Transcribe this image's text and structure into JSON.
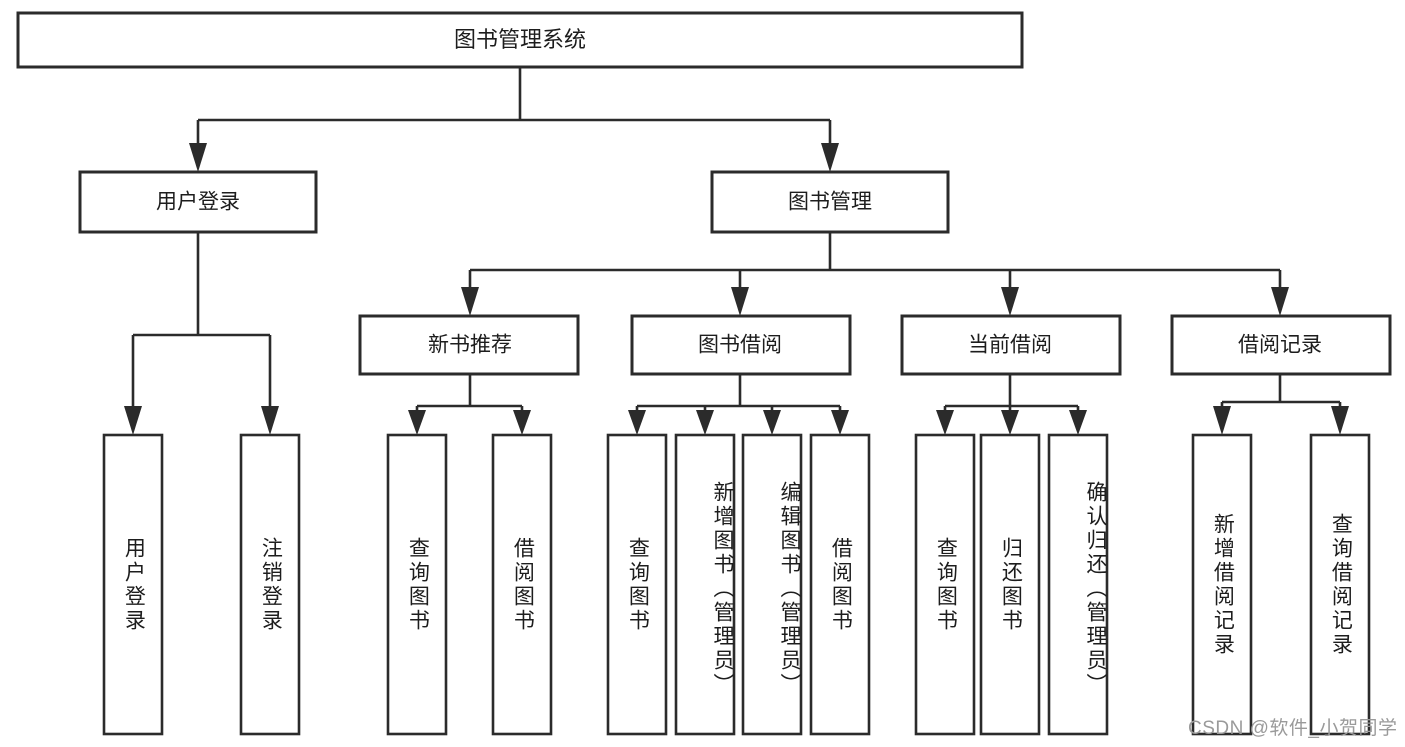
{
  "diagram": {
    "title": "图书管理系统",
    "type": "tree-hierarchy",
    "colors": {
      "stroke": "#2b2b2b",
      "box_fill": "#ffffff",
      "text": "#1d1d1d",
      "background": "#ffffff",
      "watermark": "#9a9a9a"
    },
    "levels": {
      "root": "图书管理系统",
      "level2": [
        "用户登录",
        "图书管理"
      ],
      "level3": [
        "新书推荐",
        "图书借阅",
        "当前借阅",
        "借阅记录"
      ]
    },
    "nodes": {
      "root": {
        "label": "图书管理系统"
      },
      "user_login": {
        "label": "用户登录"
      },
      "book_manage": {
        "label": "图书管理"
      },
      "new_book_rec": {
        "label": "新书推荐"
      },
      "book_borrow": {
        "label": "图书借阅"
      },
      "current_borrow": {
        "label": "当前借阅"
      },
      "borrow_record": {
        "label": "借阅记录"
      }
    },
    "leaves": {
      "user_login": [
        {
          "label": "用户登录"
        },
        {
          "label": "注销登录"
        }
      ],
      "new_book_rec": [
        {
          "label": "查询图书"
        },
        {
          "label": "借阅图书"
        }
      ],
      "book_borrow": [
        {
          "label": "查询图书"
        },
        {
          "label": "新增图书（管理员）"
        },
        {
          "label": "编辑图书（管理员）"
        },
        {
          "label": "借阅图书"
        }
      ],
      "current_borrow": [
        {
          "label": "查询图书"
        },
        {
          "label": "归还图书"
        },
        {
          "label": "确认归还（管理员）"
        }
      ],
      "borrow_record": [
        {
          "label": "新增借阅记录"
        },
        {
          "label": "查询借阅记录"
        }
      ]
    },
    "watermark": "CSDN @软件_小贺同学"
  }
}
